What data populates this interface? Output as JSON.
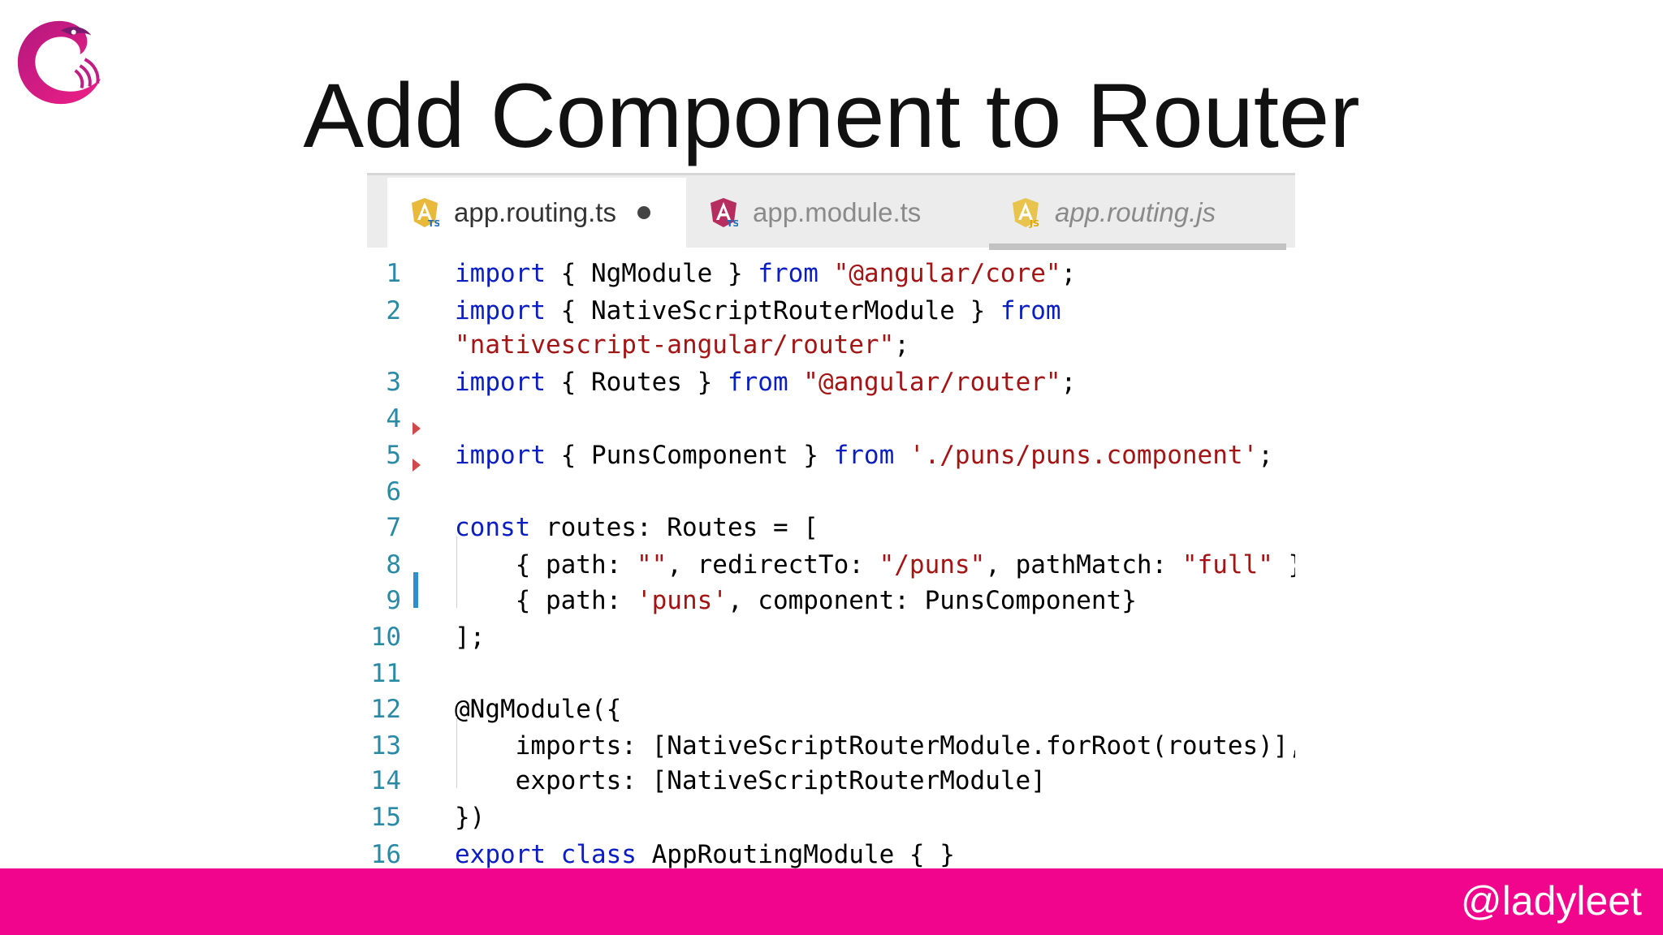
{
  "slide": {
    "title": "Add Component to Router",
    "footer_handle": "@ladyleet"
  },
  "logo": {
    "icon": "reactivex-logo-icon",
    "color": "#e2177e"
  },
  "colors": {
    "footer": "#f0058c",
    "keyword": "#0b1ec2",
    "string": "#a31515",
    "line_number": "#2a8aa5"
  },
  "editor": {
    "tabs": [
      {
        "label": "app.routing.ts",
        "icon": "angular-ts-file-icon",
        "active": true,
        "unsaved": true
      },
      {
        "label": "app.module.ts",
        "icon": "angular-ts-file-icon",
        "active": false,
        "unsaved": false
      },
      {
        "label": "app.routing.js",
        "icon": "angular-js-file-icon",
        "active": false,
        "unsaved": false,
        "preview": true
      }
    ],
    "lines": [
      {
        "num": "1",
        "tokens": [
          [
            "kw",
            "import"
          ],
          [
            "plain",
            " { NgModule } "
          ],
          [
            "kw",
            "from"
          ],
          [
            "plain",
            " "
          ],
          [
            "str",
            "\"@angular/core\""
          ],
          [
            "plain",
            ";"
          ]
        ]
      },
      {
        "num": "2",
        "tokens": [
          [
            "kw",
            "import"
          ],
          [
            "plain",
            " { NativeScriptRouterModule } "
          ],
          [
            "kw",
            "from"
          ]
        ]
      },
      {
        "num": "",
        "tokens": [
          [
            "str",
            "\"nativescript-angular/router\""
          ],
          [
            "plain",
            ";"
          ]
        ]
      },
      {
        "num": "3",
        "tokens": [
          [
            "kw",
            "import"
          ],
          [
            "plain",
            " { Routes } "
          ],
          [
            "kw",
            "from"
          ],
          [
            "plain",
            " "
          ],
          [
            "str",
            "\"@angular/router\""
          ],
          [
            "plain",
            ";"
          ]
        ]
      },
      {
        "num": "4",
        "tokens": []
      },
      {
        "num": "5",
        "tokens": [
          [
            "kw",
            "import"
          ],
          [
            "plain",
            " { PunsComponent } "
          ],
          [
            "kw",
            "from"
          ],
          [
            "plain",
            " "
          ],
          [
            "str",
            "'./puns/puns.component'"
          ],
          [
            "plain",
            ";"
          ]
        ]
      },
      {
        "num": "6",
        "tokens": []
      },
      {
        "num": "7",
        "tokens": [
          [
            "kw",
            "const"
          ],
          [
            "plain",
            " routes: Routes = ["
          ]
        ]
      },
      {
        "num": "8",
        "tokens": [
          [
            "plain",
            "    { path: "
          ],
          [
            "str",
            "\"\""
          ],
          [
            "plain",
            ", redirectTo: "
          ],
          [
            "str",
            "\"/puns\""
          ],
          [
            "plain",
            ", pathMatch: "
          ],
          [
            "str",
            "\"full\""
          ],
          [
            "plain",
            " },"
          ]
        ]
      },
      {
        "num": "9",
        "tokens": [
          [
            "plain",
            "    { path: "
          ],
          [
            "str",
            "'puns'"
          ],
          [
            "plain",
            ", component: PunsComponent}"
          ]
        ]
      },
      {
        "num": "10",
        "tokens": [
          [
            "plain",
            "];"
          ]
        ]
      },
      {
        "num": "11",
        "tokens": []
      },
      {
        "num": "12",
        "tokens": [
          [
            "plain",
            "@NgModule({"
          ]
        ]
      },
      {
        "num": "13",
        "tokens": [
          [
            "plain",
            "    imports: [NativeScriptRouterModule.forRoot(routes)],"
          ]
        ]
      },
      {
        "num": "14",
        "tokens": [
          [
            "plain",
            "    exports: [NativeScriptRouterModule]"
          ]
        ]
      },
      {
        "num": "15",
        "tokens": [
          [
            "plain",
            "})"
          ]
        ]
      },
      {
        "num": "16",
        "tokens": [
          [
            "kw",
            "export"
          ],
          [
            "plain",
            " "
          ],
          [
            "kw",
            "class"
          ],
          [
            "plain",
            " AppRoutingModule { }"
          ]
        ]
      }
    ]
  }
}
